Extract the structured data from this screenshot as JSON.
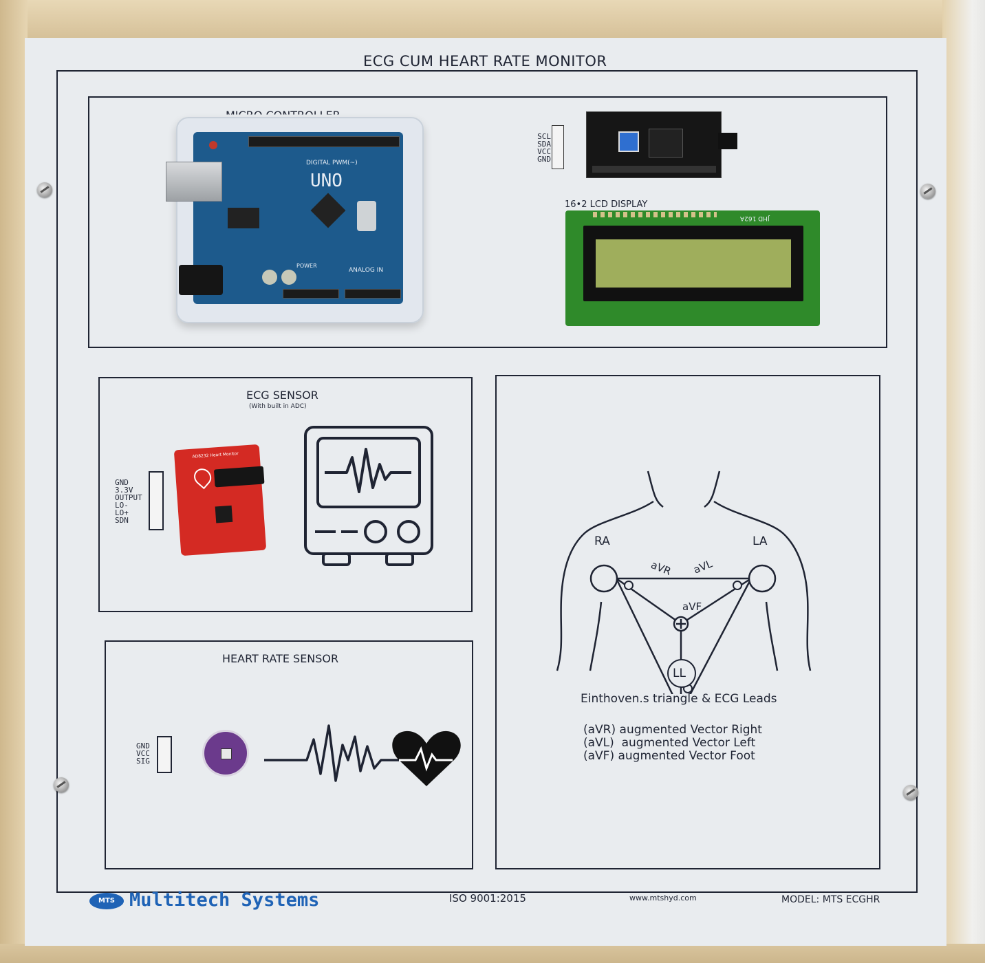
{
  "board": {
    "title": "ECG CUM HEART RATE MONITOR",
    "section_micro": "MICRO CONTROLLER",
    "arduino_label": "UNO",
    "arduino_sub": "DIGITAL PWM(~)",
    "arduino_power": "POWER",
    "arduino_analog": "ANALOG IN",
    "i2c_pins": [
      "SCL",
      "SDA",
      "VCC",
      "GND"
    ],
    "lcd_label": "16•2 LCD DISPLAY",
    "lcd_chip": "JHD 162A",
    "ecg_title": "ECG SENSOR",
    "ecg_subtitle": "(With built in ADC)",
    "ecg_pins": [
      "GND",
      "3.3V",
      "OUTPUT",
      "LO-",
      "LO+",
      "SDN"
    ],
    "ecg_board_label": "AD8232 Heart Monitor",
    "hr_title": "HEART RATE SENSOR",
    "hr_pins": [
      "GND",
      "VCC",
      "SIG"
    ],
    "lead_ra": "RA",
    "lead_la": "LA",
    "lead_ll": "LL",
    "lead_avr": "aVR",
    "lead_avl": "aVL",
    "lead_avf": "aVF",
    "einthoven_caption": "Einthoven.s triangle & ECG Leads",
    "legend": [
      "(aVR) augmented Vector Right",
      "(aVL)  augmented Vector Left",
      "(aVF) augmented Vector Foot"
    ],
    "logo_badge": "MTS",
    "company": "Multitech Systems",
    "iso": "ISO 9001:2015",
    "website": "www.mtshyd.com",
    "model": "MODEL: MTS ECGHR"
  },
  "colors": {
    "panel": "#e9ecef",
    "ink": "#1f2433",
    "brand_blue": "#1f63b6",
    "arduino_blue": "#1d5a8c",
    "lcd_green": "#2f8a2a",
    "lcd_screen": "#9fae5c",
    "sensor_red": "#d42a23",
    "pulse_purple": "#6b3a8c"
  }
}
